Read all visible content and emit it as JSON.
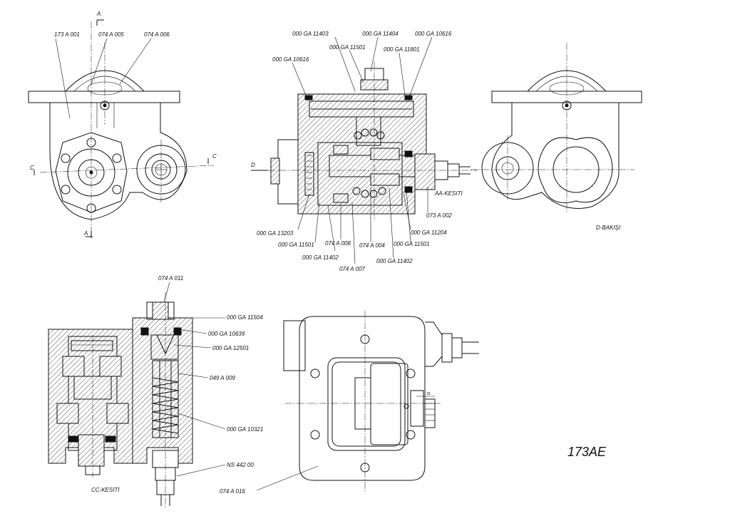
{
  "drawing": {
    "code": "173AE",
    "views": {
      "aa_section": "AA-KESITI",
      "d_view": "D-BAKIŞI",
      "cc_section": "CC-KESİTİ"
    },
    "markers": {
      "a": "A",
      "c": "C",
      "d": "D"
    },
    "dimension": "18"
  },
  "callouts": {
    "top_left": [
      "173 A 001",
      "074 A 005",
      "074 A 006"
    ],
    "aa_top": [
      "000 GA 11403",
      "000 GA 11404",
      "000 GA 10616",
      "000 GA 11501",
      "000 GA 11801",
      "000 GA 10616"
    ],
    "aa_bottom": [
      "000 GA 13203",
      "000 GA 11501",
      "000 GA 11402",
      "074 A 008",
      "074 A 007",
      "074 A 004",
      "000 GA 11402",
      "000 GA 11204",
      "000 GA 11501",
      "073 A 002"
    ],
    "cc": [
      "074 A 011",
      "000 GA 11504",
      "000 GA 10639",
      "000 GA 12501",
      "049 A 009",
      "000 GA 10321",
      "NS 442 00",
      "074 A 016"
    ]
  }
}
